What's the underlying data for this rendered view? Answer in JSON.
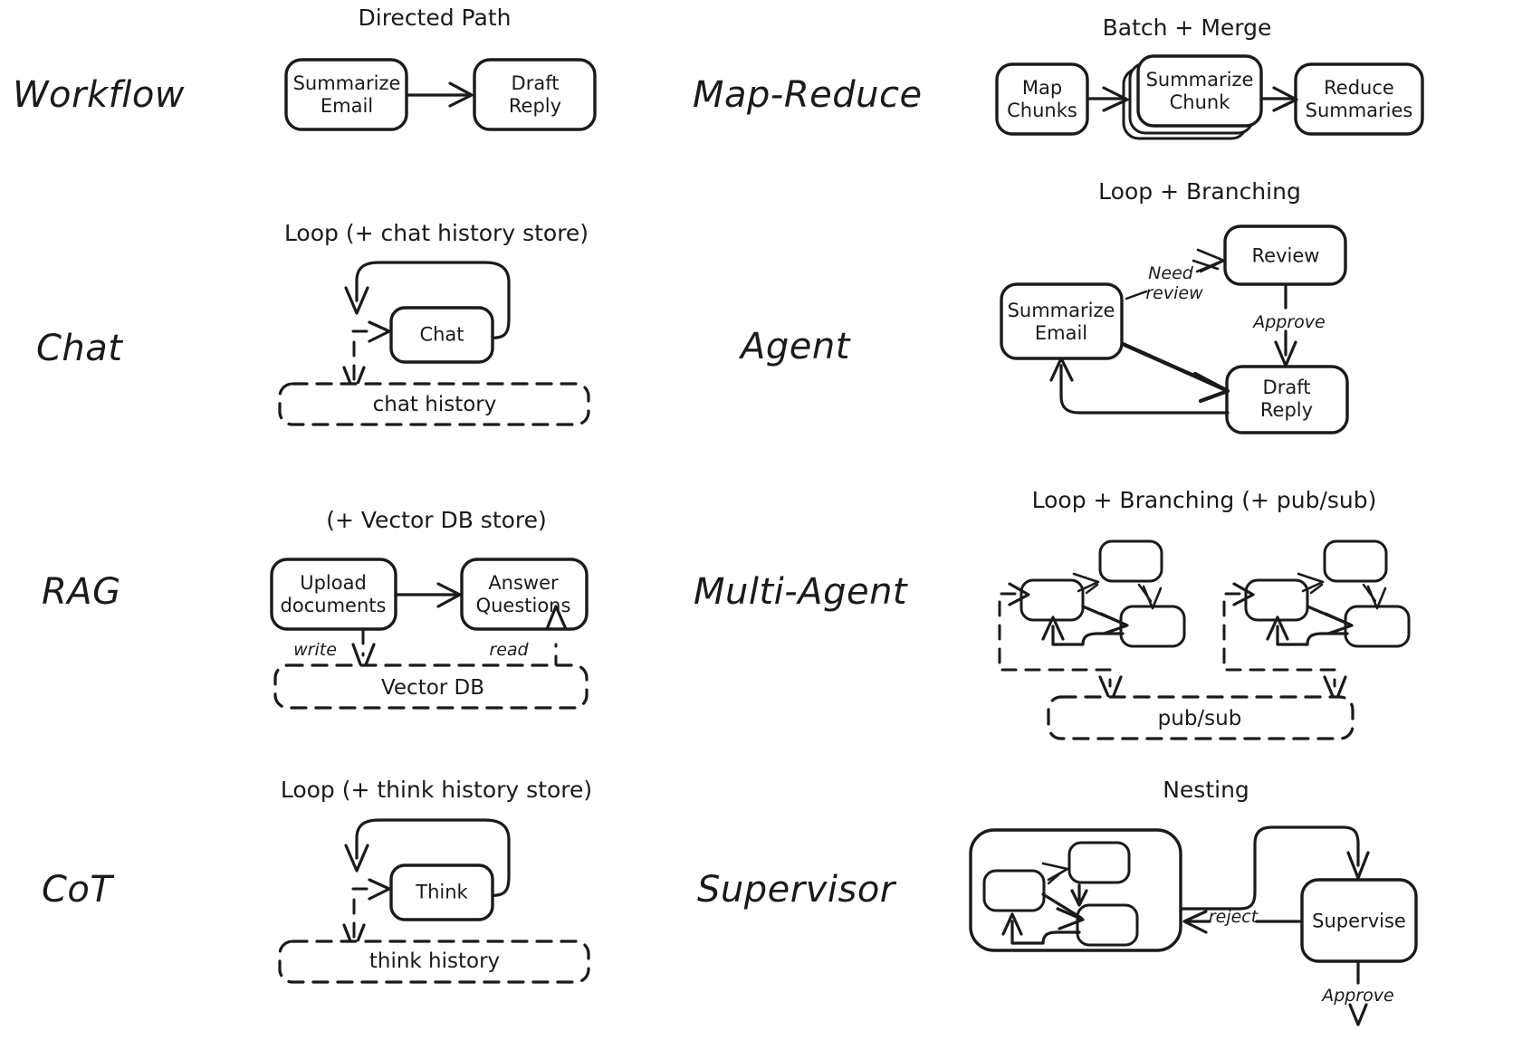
{
  "diagram": {
    "title_present": false,
    "background": "#ffffff",
    "stroke": "#1a1a1a",
    "rows": [
      {
        "id": "workflow",
        "label": "Workflow",
        "caption": "Directed Path",
        "nodes": [
          "Summarize\nEmail",
          "Draft\nReply"
        ],
        "edge_labels": [],
        "stores": []
      },
      {
        "id": "map-reduce",
        "label": "Map-Reduce",
        "caption": "Batch + Merge",
        "nodes": [
          "Map\nChunks",
          "Summarize\nChunk",
          "Reduce\nSummaries"
        ],
        "edge_labels": [],
        "stores": []
      },
      {
        "id": "chat",
        "label": "Chat",
        "caption": "Loop (+ chat history store)",
        "nodes": [
          "Chat"
        ],
        "edge_labels": [],
        "stores": [
          "chat history"
        ]
      },
      {
        "id": "agent",
        "label": "Agent",
        "caption": "Loop + Branching",
        "nodes": [
          "Summarize\nEmail",
          "Review",
          "Draft\nReply"
        ],
        "edge_labels": [
          "Need",
          "review",
          "Approve"
        ],
        "stores": []
      },
      {
        "id": "rag",
        "label": "RAG",
        "caption": "(+ Vector DB store)",
        "nodes": [
          "Upload\ndocuments",
          "Answer\nQuestions"
        ],
        "edge_labels": [
          "write",
          "read"
        ],
        "stores": [
          "Vector DB"
        ]
      },
      {
        "id": "multi-agent",
        "label": "Multi-Agent",
        "caption": "Loop + Branching (+ pub/sub)",
        "nodes": [],
        "edge_labels": [],
        "stores": [
          "pub/sub"
        ]
      },
      {
        "id": "cot",
        "label": "CoT",
        "caption": "Loop (+ think history store)",
        "nodes": [
          "Think"
        ],
        "edge_labels": [],
        "stores": [
          "think history"
        ]
      },
      {
        "id": "supervisor",
        "label": "Supervisor",
        "caption": "Nesting",
        "nodes": [
          "Supervise"
        ],
        "edge_labels": [
          "reject",
          "Approve"
        ],
        "stores": []
      }
    ]
  },
  "labels": {
    "workflow": "Workflow",
    "chat": "Chat",
    "rag": "RAG",
    "cot": "CoT",
    "map_reduce": "Map-Reduce",
    "agent": "Agent",
    "multi_agent": "Multi-Agent",
    "supervisor": "Supervisor"
  },
  "captions": {
    "directed_path": "Directed Path",
    "batch_merge": "Batch + Merge",
    "loop_chat": "Loop (+ chat history store)",
    "loop_branching": "Loop + Branching",
    "vector_db_store": "(+ Vector DB store)",
    "loop_branching_pubsub": "Loop + Branching (+ pub/sub)",
    "loop_think": "Loop (+ think history store)",
    "nesting": "Nesting"
  },
  "nodes": {
    "wf_summarize": "Summarize\nEmail",
    "wf_draft": "Draft\nReply",
    "mr_map": "Map\nChunks",
    "mr_summarize": "Summarize\nChunk",
    "mr_reduce": "Reduce\nSummaries",
    "chat_node": "Chat",
    "ag_summarize": "Summarize\nEmail",
    "ag_review": "Review",
    "ag_draft": "Draft\nReply",
    "rag_upload": "Upload\ndocuments",
    "rag_answer": "Answer\nQuestions",
    "cot_think": "Think",
    "sup_supervise": "Supervise"
  },
  "stores": {
    "chat_history": "chat history",
    "vector_db": "Vector DB",
    "pubsub": "pub/sub",
    "think_history": "think history"
  },
  "edges": {
    "need": "Need",
    "review": "review",
    "approve": "Approve",
    "write": "write",
    "read": "read",
    "reject": "reject",
    "sup_approve": "Approve"
  }
}
